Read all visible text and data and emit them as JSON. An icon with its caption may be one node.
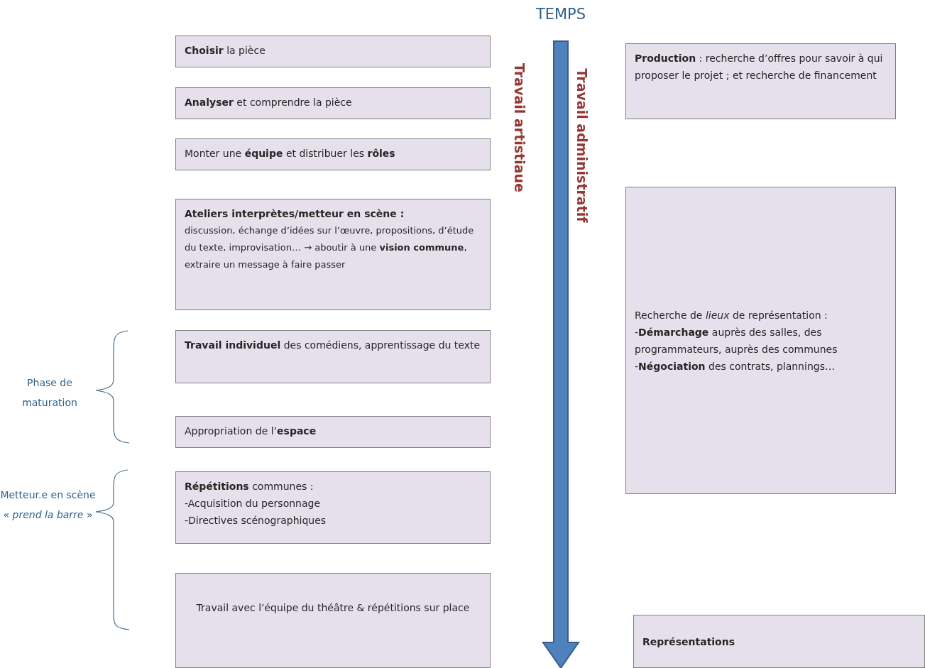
{
  "diagram": {
    "nodes": [
      {
        "text": [
          "**Choisir** la pièce"
        ]
      },
      {
        "text": [
          "**Analyser** et comprendre la pièce"
        ]
      },
      {
        "text": [
          "Monter une **équipe** et distribuer les **rôles**"
        ]
      },
      {
        "text": [
          "Ateliers interprètes/metteur en scène :",
          "discussion, échange d’idées sur l’œuvre, propositions, d’étude du texte, improvisation… → aboutir à une **vision commune**, extraire un message à faire passer"
        ]
      },
      {
        "text": [
          "**Travail individuel** des comédiens, apprentissage du texte"
        ]
      },
      {
        "text": [
          "Appropriation de l’**espace**"
        ]
      },
      {
        "text": [
          "**Répétitions** communes :",
          "-Acquisition du personnage",
          "-Directives scénographiques"
        ]
      },
      {
        "text": [
          "Travail avec l’équipe du théâtre & répétitions sur place"
        ]
      },
      {
        "text": [
          "**Production** : recherche d’offres pour savoir à qui proposer le projet ; et recherche de financement"
        ]
      },
      {
        "text": [
          "Recherche de *lieux* de représentation :",
          "-**Démarchage** auprès des salles, des programmateurs, auprès des communes",
          "-**Négociation** des contrats, plannings…"
        ]
      },
      {
        "text": [
          "**Représentations**"
        ]
      }
    ],
    "edges": [],
    "labels": [
      "TEMPS",
      "Travail artistiaue",
      "Travail administratif",
      "Phase de maturation",
      "Metteur.e en scène « *prend la barre* »"
    ]
  }
}
